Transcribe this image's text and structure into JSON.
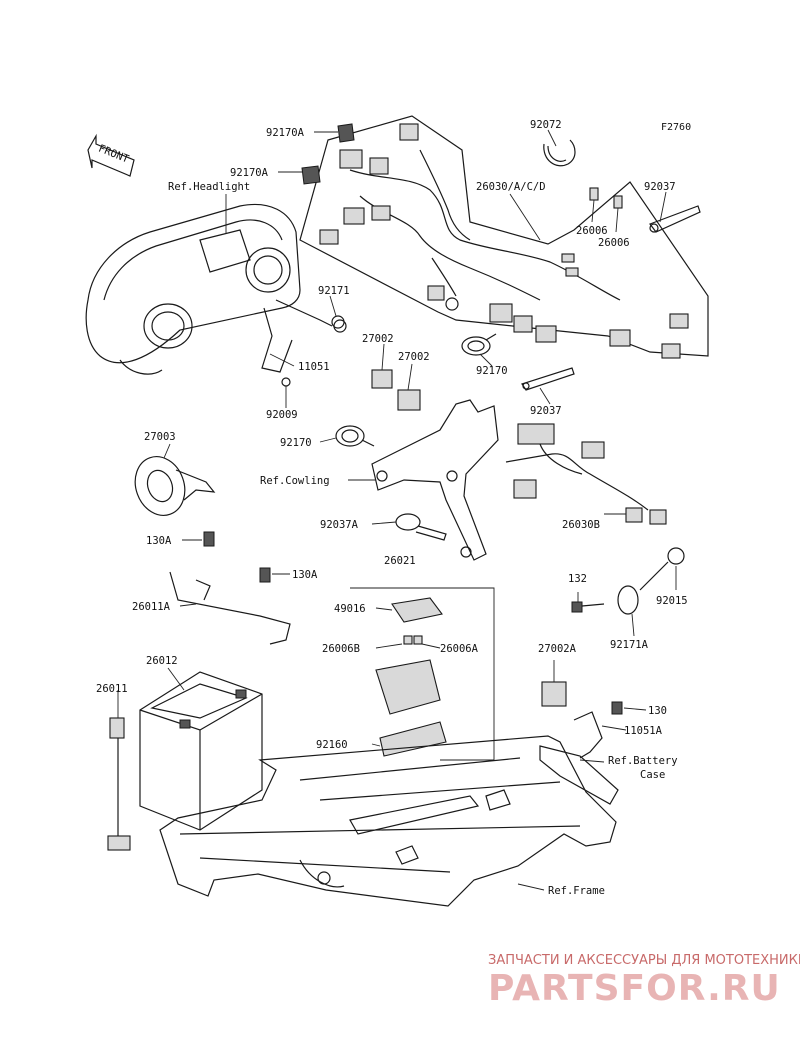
{
  "figure_id": "F2760",
  "front_arrow": "FRONT",
  "labels": {
    "l92170A_1": "92170A",
    "l92170A_2": "92170A",
    "l92072": "92072",
    "l26030": "26030/A/C/D",
    "l92037_1": "92037",
    "l26006_1": "26006",
    "l26006_2": "26006",
    "lHeadlight": "Ref.Headlight",
    "l92171": "92171",
    "l11051": "11051",
    "l92009": "92009",
    "l27002_1": "27002",
    "l27002_2": "27002",
    "l92170": "92170",
    "l92037_2": "92037",
    "l27003": "27003",
    "l92170_2": "92170",
    "lCowling": "Ref.Cowling",
    "l26030B": "26030B",
    "l92037A": "92037A",
    "l130A_1": "130A",
    "l130A_2": "130A",
    "l26021": "26021",
    "l26011A": "26011A",
    "l49016": "49016",
    "l26006B": "26006B",
    "l26006A": "26006A",
    "l26012": "26012",
    "l132": "132",
    "l92015": "92015",
    "l92171A": "92171A",
    "l27002A": "27002A",
    "l26011": "26011",
    "l130": "130",
    "l11051A": "11051A",
    "lBattery1": "Ref.Battery",
    "lBattery2": "Case",
    "l92160": "92160",
    "lFrame": "Ref.Frame"
  },
  "watermark": {
    "line1": "ЗАПЧАСТИ И АКСЕССУАРЫ ДЛЯ МОТОТЕХНИКИ",
    "line2": "PARTSFOR.RU"
  }
}
